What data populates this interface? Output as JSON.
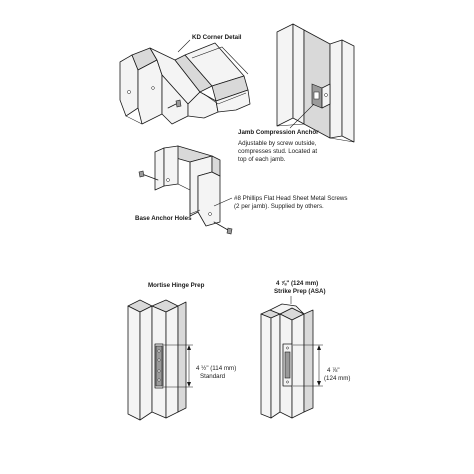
{
  "labels": {
    "kd_corner": "KD Corner Detail",
    "jamb_title": "Jamb Compression Anchor",
    "jamb_desc_1": "Adjustable by screw outside,",
    "jamb_desc_2": "compresses stud. Located at",
    "jamb_desc_3": "top of each jamb.",
    "screws_1": "#8 Phillips Flat Head Sheet Metal Screws",
    "screws_2": "(2 per jamb). Supplied by others.",
    "base_anchor": "Base Anchor Holes",
    "mortise_title": "Mortise Hinge Prep",
    "mortise_dim": "4 ½\" (114 mm)",
    "mortise_std": "Standard",
    "strike_top_1": "4 ⅞\" (124 mm)",
    "strike_top_2": "Strike Prep (ASA)",
    "strike_dim_1": "4 ⅞\"",
    "strike_dim_2": "(124 mm)"
  },
  "colors": {
    "line": "#1a1a1a",
    "face": "#f4f4f4",
    "shade": "#d9d9d9"
  }
}
